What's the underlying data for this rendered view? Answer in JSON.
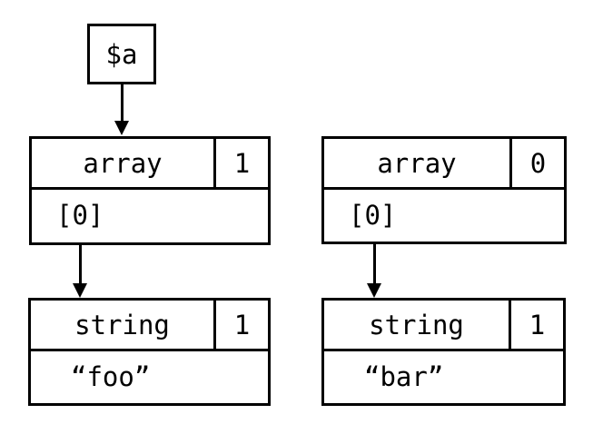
{
  "diagram": {
    "variable": {
      "label": "$a"
    },
    "nodes": {
      "array_left": {
        "type": "array",
        "refcount": "1",
        "slot": "[0]"
      },
      "string_left": {
        "type": "string",
        "refcount": "1",
        "value": "“foo”"
      },
      "array_right": {
        "type": "array",
        "refcount": "0",
        "slot": "[0]"
      },
      "string_right": {
        "type": "string",
        "refcount": "1",
        "value": "“bar”"
      }
    },
    "arrows": [
      {
        "name": "variable-to-array-left"
      },
      {
        "name": "array-left-slot-to-string-left"
      },
      {
        "name": "array-right-slot-to-string-right"
      }
    ],
    "colors": {
      "stroke": "#000000",
      "background": "#ffffff"
    }
  }
}
